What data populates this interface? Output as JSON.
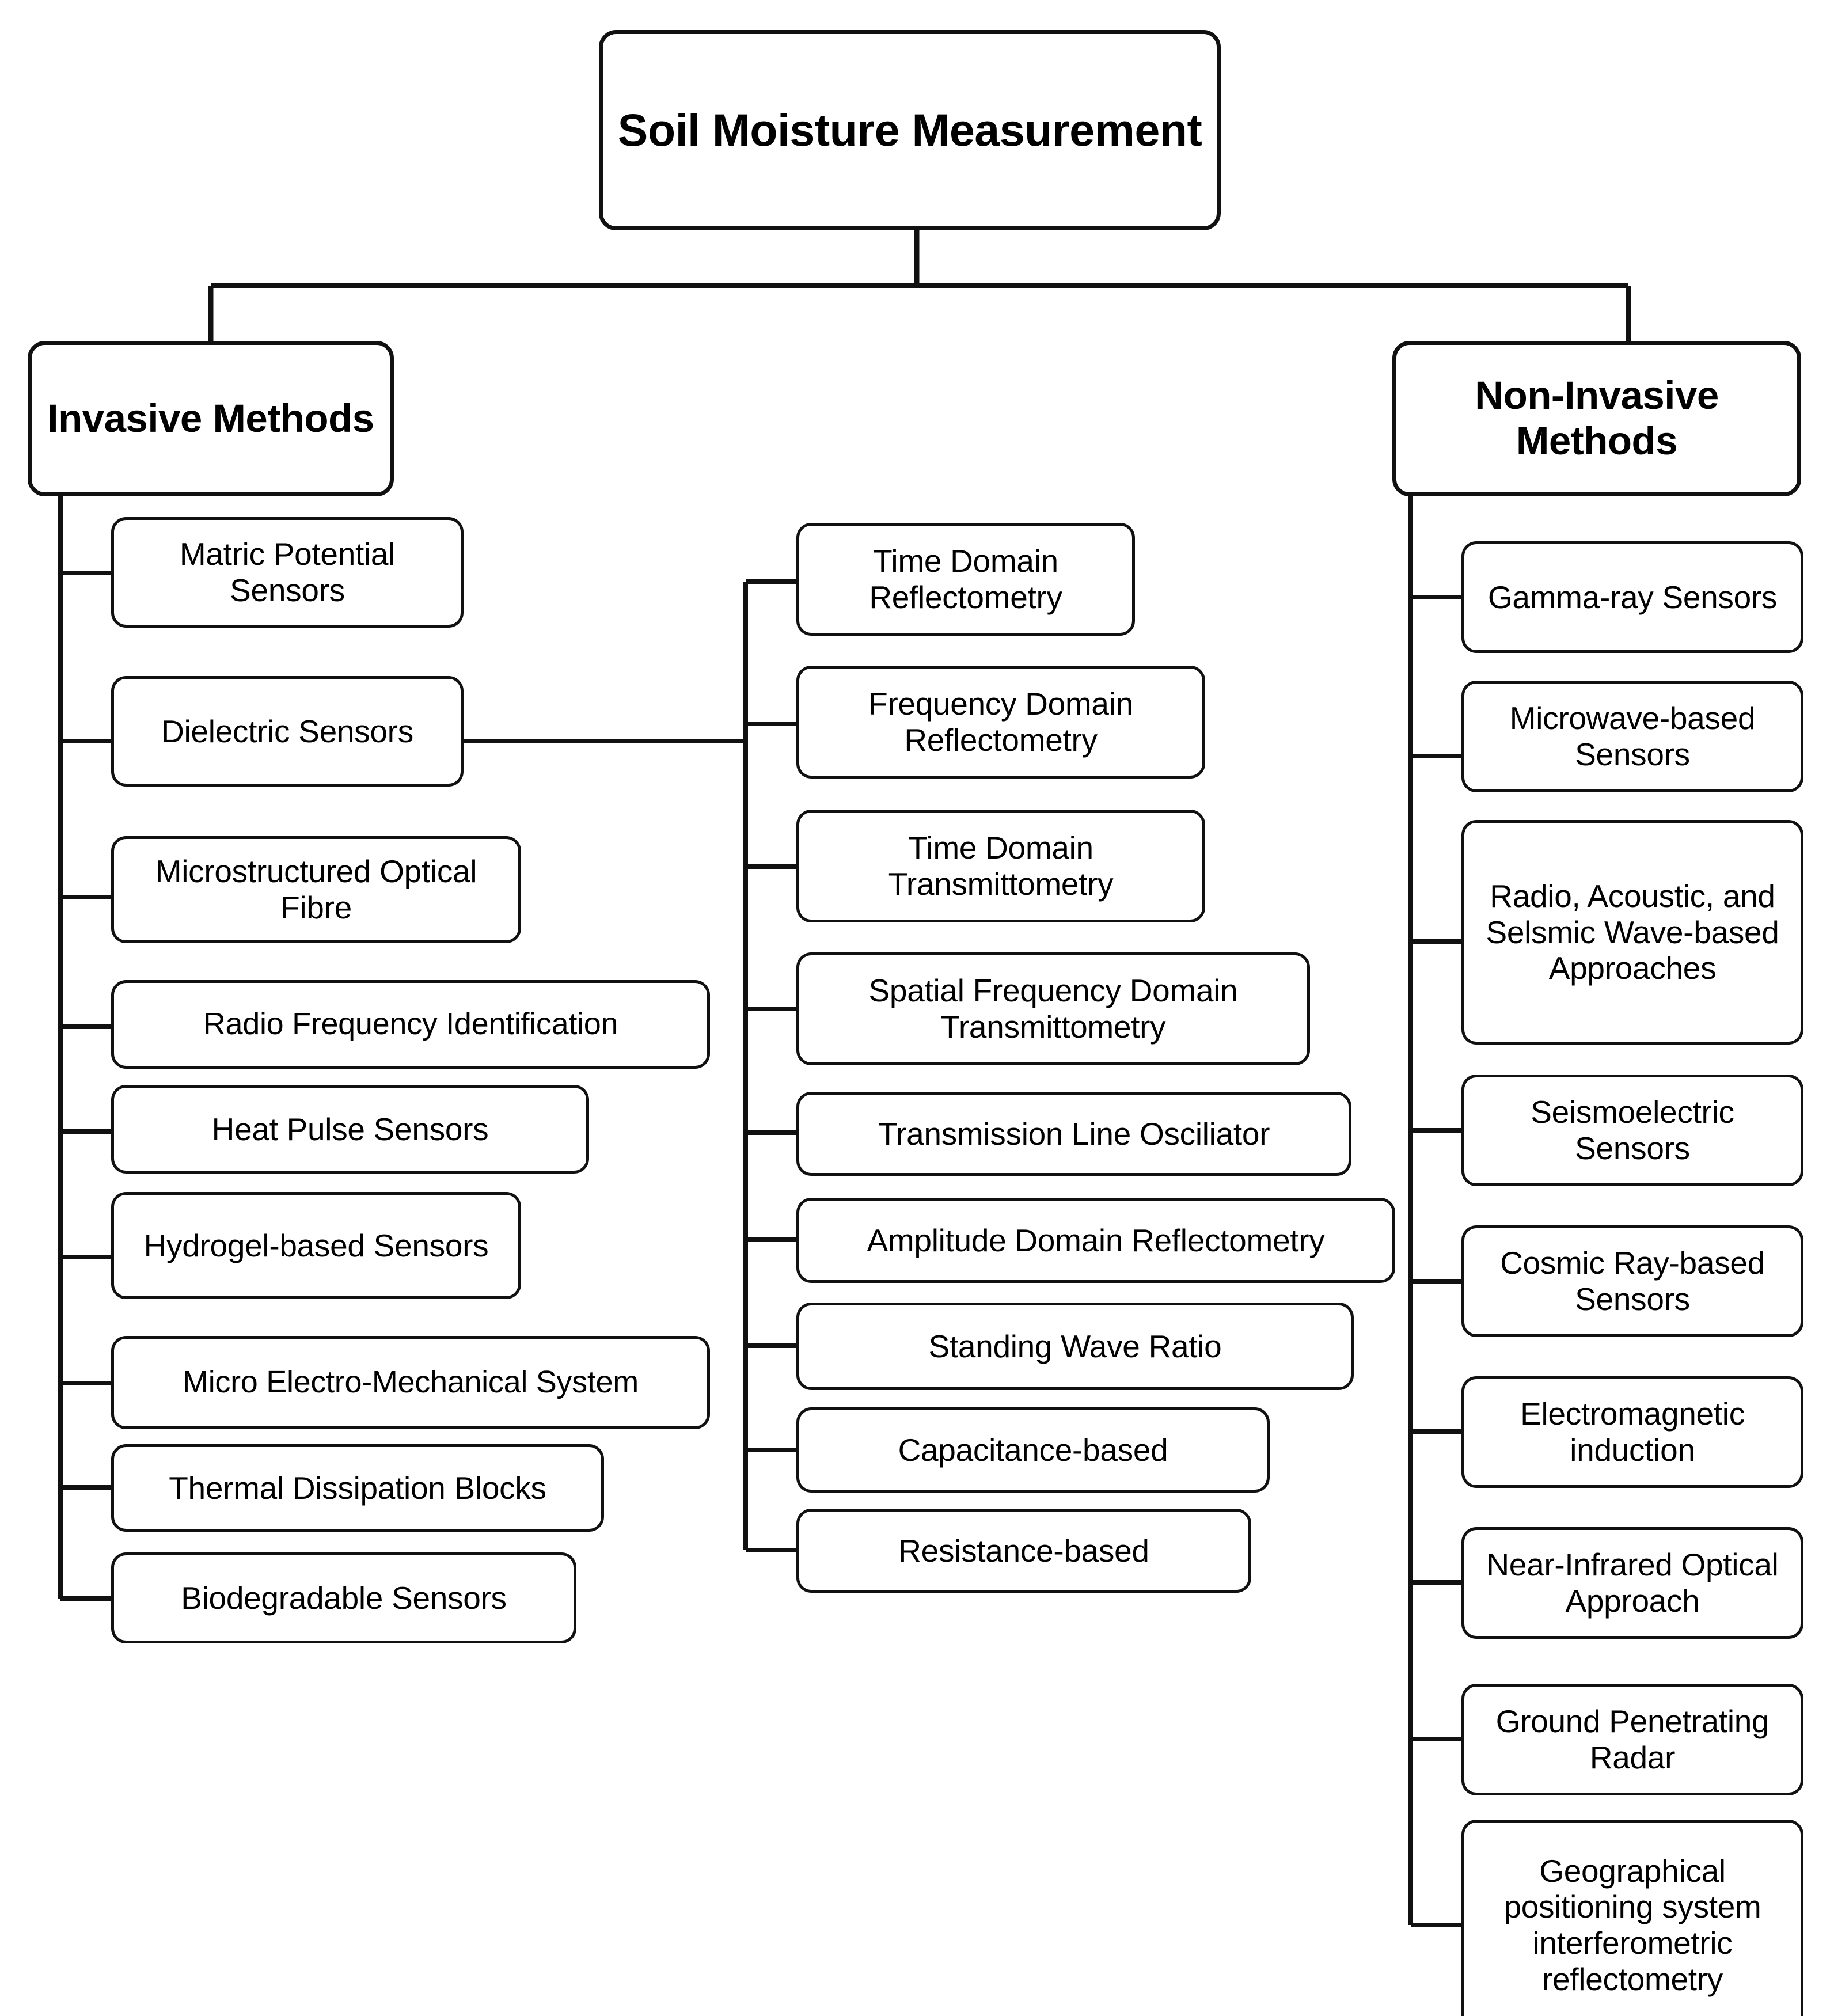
{
  "diagram": {
    "title": "Soil Moisture Measurement",
    "type": "hierarchical-tree",
    "style": {
      "background": "#ffffff",
      "node_fill": "#ffffff",
      "node_stroke": "#111111",
      "text_color": "#000000",
      "connector_color": "#111111"
    },
    "root": {
      "label": "Soil Moisture Measurement"
    },
    "branches": [
      {
        "id": "invasive",
        "label": "Invasive Methods"
      },
      {
        "id": "non_invasive",
        "label": "Non-Invasive Methods"
      }
    ],
    "invasive_children": [
      {
        "label": "Matric Potential Sensors"
      },
      {
        "label": "Dielectric Sensors"
      },
      {
        "label": "Microstructured Optical Fibre"
      },
      {
        "label": "Radio Frequency Identification"
      },
      {
        "label": "Heat Pulse Sensors"
      },
      {
        "label": "Hydrogel-based Sensors"
      },
      {
        "label": "Micro Electro-Mechanical System"
      },
      {
        "label": "Thermal Dissipation Blocks"
      },
      {
        "label": "Biodegradable Sensors"
      }
    ],
    "dielectric_children": [
      {
        "label": "Time Domain Reflectometry"
      },
      {
        "label": "Frequency Domain Reflectometry"
      },
      {
        "label": "Time Domain Transmittometry"
      },
      {
        "label": "Spatial Frequency Domain Transmittometry"
      },
      {
        "label": "Transmission Line Osciliator"
      },
      {
        "label": "Amplitude Domain Reflectometry"
      },
      {
        "label": "Standing Wave Ratio"
      },
      {
        "label": "Capacitance-based"
      },
      {
        "label": "Resistance-based"
      }
    ],
    "non_invasive_children": [
      {
        "label": "Gamma-ray Sensors"
      },
      {
        "label": "Microwave-based Sensors"
      },
      {
        "label": "Radio, Acoustic, and Selsmic Wave-based Approaches"
      },
      {
        "label": "Seismoelectric Sensors"
      },
      {
        "label": "Cosmic Ray-based Sensors"
      },
      {
        "label": "Electromagnetic induction"
      },
      {
        "label": "Near-Infrared Optical Approach"
      },
      {
        "label": "Ground Penetrating Radar"
      },
      {
        "label": "Geographical positioning system interferometric reflectometry"
      }
    ]
  }
}
